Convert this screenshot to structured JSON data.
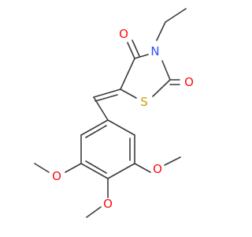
{
  "molecule": {
    "atoms": [
      {
        "id": "O4",
        "symbol": "O",
        "color": "#ff0d0d"
      },
      {
        "id": "N3",
        "symbol": "N",
        "color": "#3050f8"
      },
      {
        "id": "O2",
        "symbol": "O",
        "color": "#ff0d0d"
      },
      {
        "id": "S1",
        "symbol": "S",
        "color": "#c8a000"
      },
      {
        "id": "OMe_left",
        "symbol": "O",
        "color": "#ff0d0d"
      },
      {
        "id": "OMe_right",
        "symbol": "O",
        "color": "#ff0d0d"
      },
      {
        "id": "OMe_bottom",
        "symbol": "O",
        "color": "#ff0d0d"
      }
    ],
    "bond_color": "#3c3c3c"
  }
}
